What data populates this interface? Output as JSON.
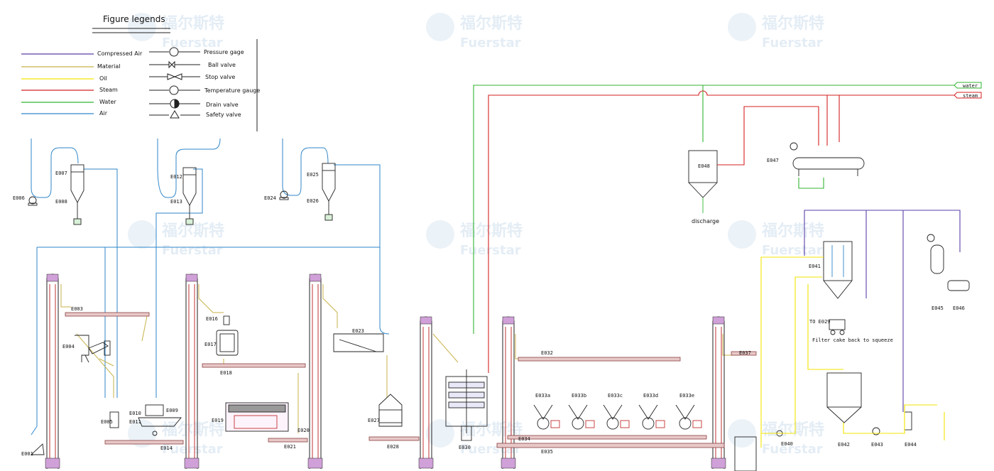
{
  "legend": {
    "title": "Figure legends",
    "lines": [
      {
        "label": "Compressed Air",
        "color": "#5b3fa8"
      },
      {
        "label": "Material",
        "color": "#c8b24a"
      },
      {
        "label": "Oil",
        "color": "#f2e400"
      },
      {
        "label": "Steam",
        "color": "#d42020"
      },
      {
        "label": "Water",
        "color": "#31b531"
      },
      {
        "label": "Air",
        "color": "#2f86c9"
      }
    ],
    "symbols": [
      {
        "label": "Pressure gage",
        "icon": "pressure-gauge-icon"
      },
      {
        "label": "Ball valve",
        "icon": "ball-valve-icon"
      },
      {
        "label": "Stop valve",
        "icon": "stop-valve-icon"
      },
      {
        "label": "Temperature gauge",
        "icon": "temperature-gauge-icon"
      },
      {
        "label": "Drain valve",
        "icon": "drain-valve-icon"
      },
      {
        "label": "Safety valve",
        "icon": "safety-valve-icon"
      }
    ]
  },
  "watermark": {
    "cn": "福尔斯特",
    "en": "Fuerstar"
  },
  "inlets": {
    "water": "water",
    "steam": "steam"
  },
  "notes": {
    "discharge": "discharge",
    "to_e029": "TO E029",
    "filter_cake": "Filter cake back to squeeze"
  },
  "equipment": {
    "E001": "E001",
    "E003": "E003",
    "E004": "E004",
    "E005": "E005",
    "E006": "E006",
    "E007": "E007",
    "E008": "E008",
    "E009": "E009",
    "E010": "E010",
    "E011": "E011",
    "E012": "E012",
    "E013": "E013",
    "E014": "E014",
    "E016": "E016",
    "E017": "E017",
    "E018": "E018",
    "E019": "E019",
    "E020": "E020",
    "E021": "E021",
    "E023": "E023",
    "E024": "E024",
    "E025": "E025",
    "E026": "E026",
    "E027": "E027",
    "E028": "E028",
    "E030": "E030",
    "E032": "E032",
    "E033a": "E033a",
    "E033b": "E033b",
    "E033c": "E033c",
    "E033d": "E033d",
    "E033e": "E033e",
    "E034": "E034",
    "E035": "E035",
    "E037": "E037",
    "E040": "E040",
    "E041": "E041",
    "E042": "E042",
    "E043": "E043",
    "E044": "E044",
    "E045": "E045",
    "E046": "E046",
    "E047": "E047",
    "E048": "E048"
  }
}
